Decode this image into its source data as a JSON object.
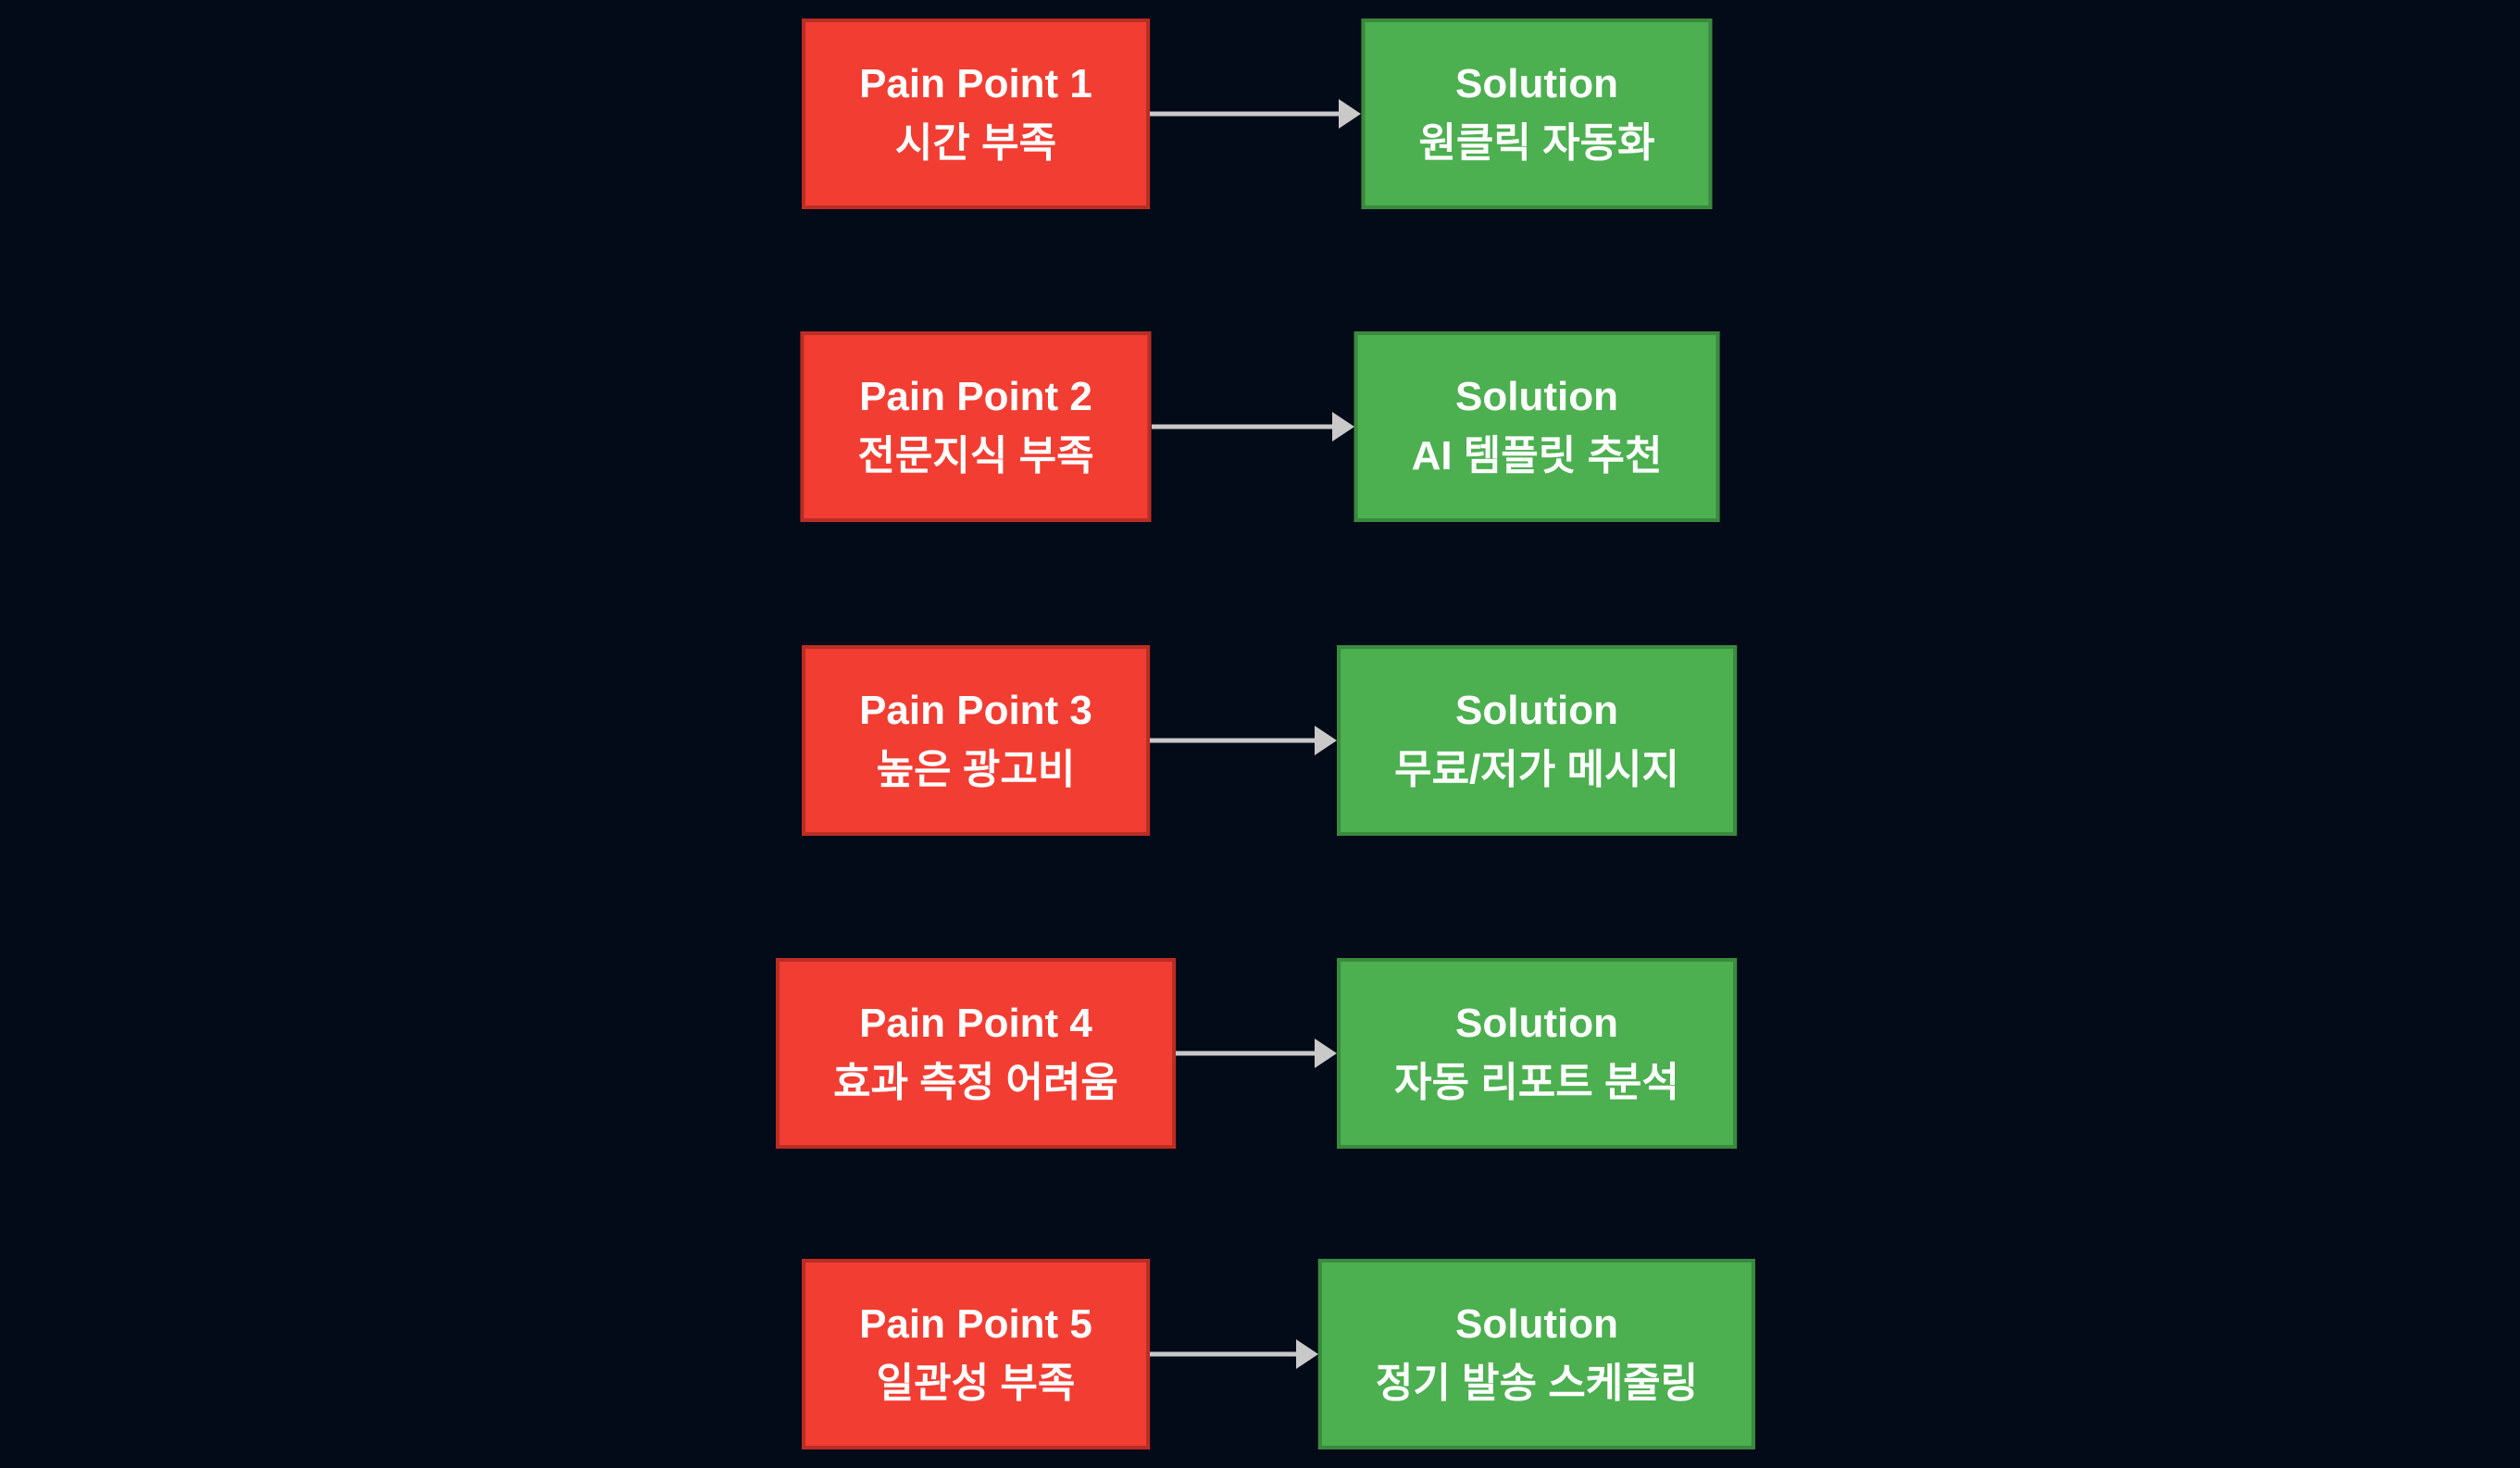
{
  "colors": {
    "background": "#030a18",
    "pain_fill": "#f23d33",
    "pain_border": "#b92e24",
    "solution_fill": "#4caf50",
    "solution_border": "#3a8a3e",
    "arrow": "#c9c9c9",
    "text": "#ffffff"
  },
  "rows": [
    {
      "pain": {
        "title": "Pain Point 1",
        "subtitle": "시간 부족"
      },
      "solution": {
        "title": "Solution",
        "subtitle": "원클릭 자동화"
      }
    },
    {
      "pain": {
        "title": "Pain Point 2",
        "subtitle": "전문지식 부족"
      },
      "solution": {
        "title": "Solution",
        "subtitle": "AI 템플릿 추천"
      }
    },
    {
      "pain": {
        "title": "Pain Point 3",
        "subtitle": "높은 광고비"
      },
      "solution": {
        "title": "Solution",
        "subtitle": "무료/저가 메시지"
      }
    },
    {
      "pain": {
        "title": "Pain Point 4",
        "subtitle": "효과 측정 어려움"
      },
      "solution": {
        "title": "Solution",
        "subtitle": "자동 리포트 분석"
      }
    },
    {
      "pain": {
        "title": "Pain Point 5",
        "subtitle": "일관성 부족"
      },
      "solution": {
        "title": "Solution",
        "subtitle": "정기 발송 스케줄링"
      }
    }
  ]
}
